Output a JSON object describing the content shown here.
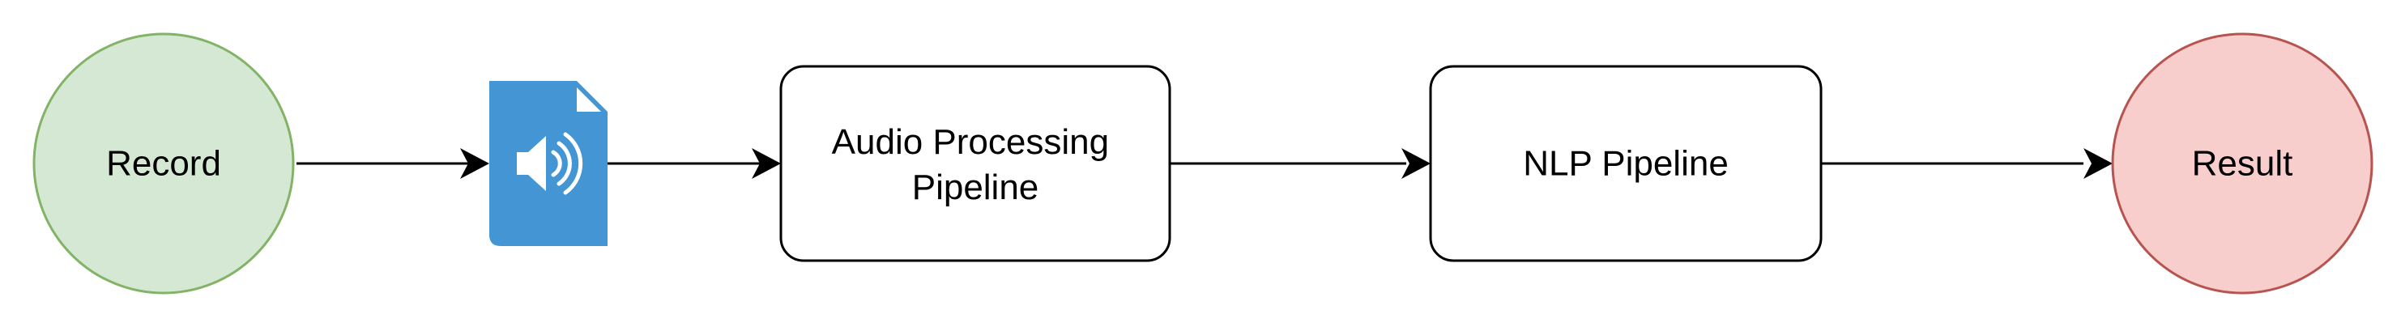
{
  "diagram": {
    "nodes": [
      {
        "id": "record",
        "shape": "circle",
        "label": "Record",
        "fill": "#d5e8d4",
        "stroke": "#82b366"
      },
      {
        "id": "audio-file",
        "shape": "icon",
        "icon": "audio-file-icon",
        "fill": "#4495d4"
      },
      {
        "id": "audio-processing",
        "shape": "rounded-rect",
        "label_lines": [
          "Audio Processing",
          "Pipeline"
        ],
        "fill": "#ffffff",
        "stroke": "#000000"
      },
      {
        "id": "nlp",
        "shape": "rounded-rect",
        "label": "NLP Pipeline",
        "fill": "#ffffff",
        "stroke": "#000000"
      },
      {
        "id": "result",
        "shape": "circle",
        "label": "Result",
        "fill": "#f8cecc",
        "stroke": "#b85450"
      }
    ],
    "edges": [
      {
        "from": "record",
        "to": "audio-file"
      },
      {
        "from": "audio-file",
        "to": "audio-processing"
      },
      {
        "from": "audio-processing",
        "to": "nlp"
      },
      {
        "from": "nlp",
        "to": "result"
      }
    ],
    "edge_color": "#000000"
  }
}
